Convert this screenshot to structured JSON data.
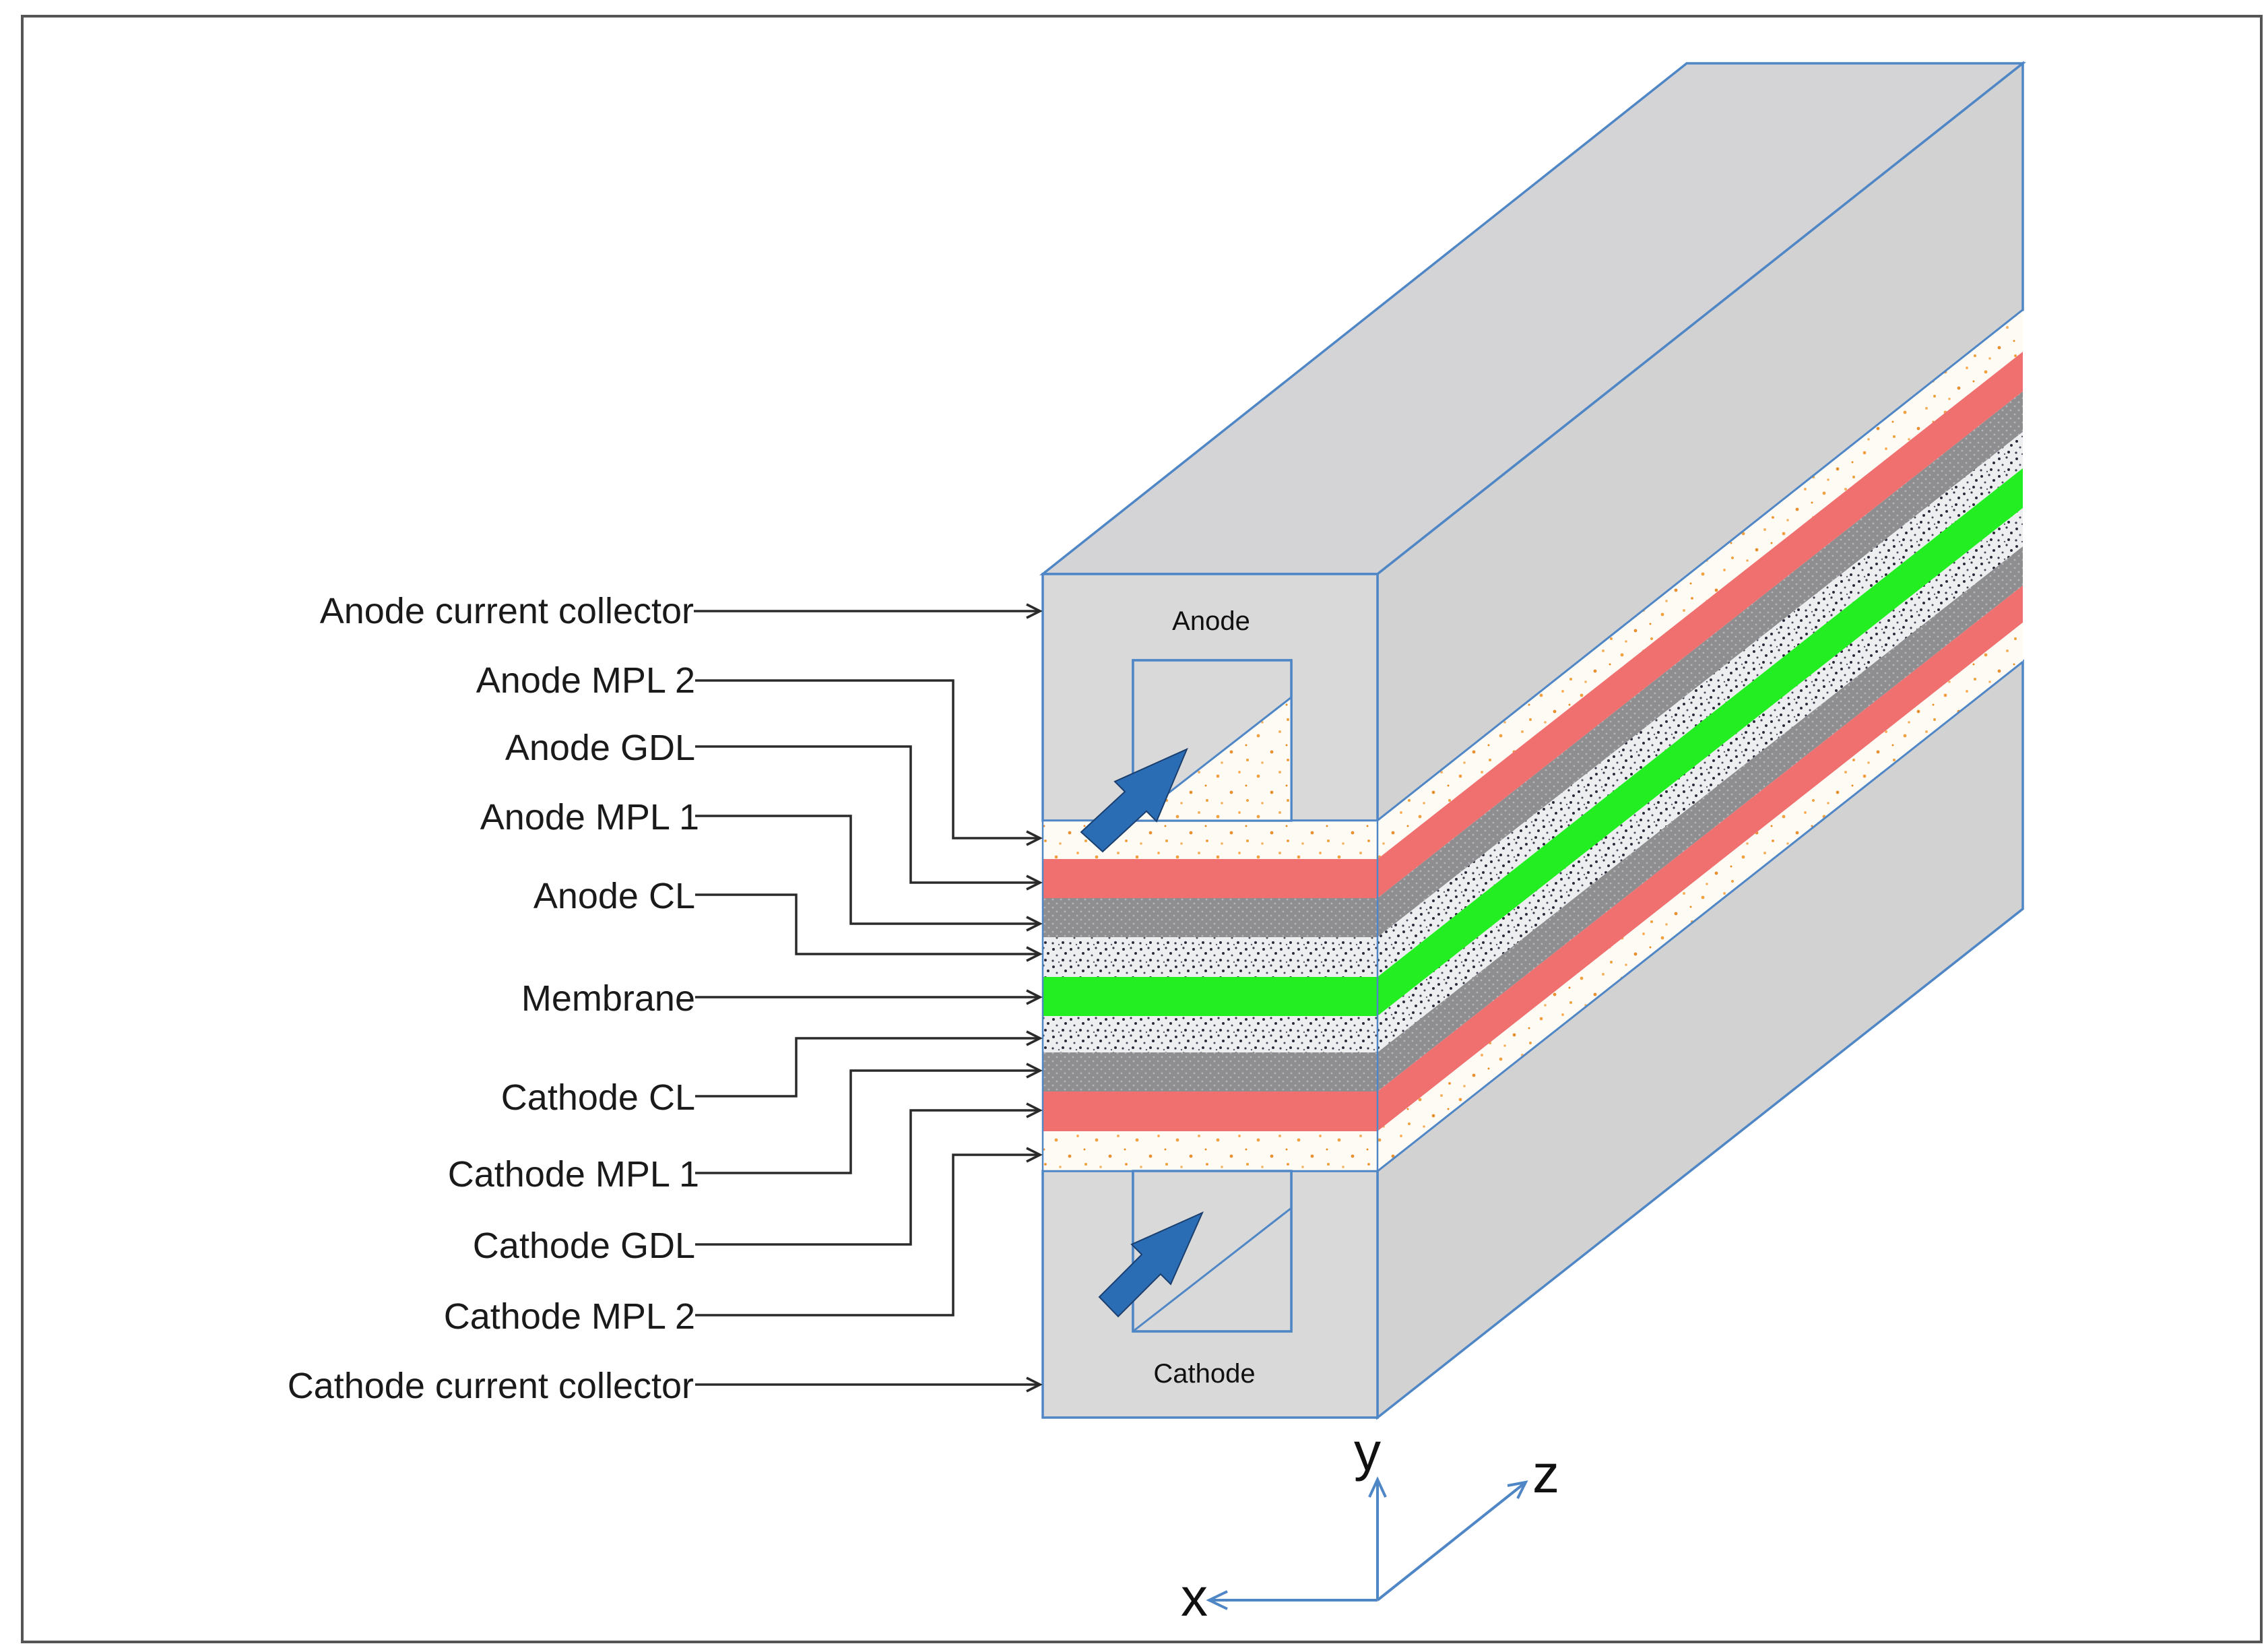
{
  "labels": {
    "anode_current_collector": "Anode current collector",
    "anode_mpl_2": "Anode MPL 2",
    "anode_gdl": "Anode GDL",
    "anode_mpl_1": "Anode MPL 1",
    "anode_cl": "Anode CL",
    "membrane": "Membrane",
    "cathode_cl": "Cathode CL",
    "cathode_mpl_1": "Cathode MPL 1",
    "cathode_gdl": "Cathode GDL",
    "cathode_mpl_2": "Cathode MPL 2",
    "cathode_current_collector": "Cathode current collector"
  },
  "channels": {
    "anode": "Anode",
    "cathode": "Cathode"
  },
  "axes": {
    "x": "x",
    "y": "y",
    "z": "z"
  },
  "colors": {
    "collector_front": "#d9d9d9",
    "collector_side": "#d2d2d3",
    "mpl_2": "#fdfbf4",
    "gdl": "#f07070",
    "mpl_1": "#8e8e91",
    "cl": "#eceef0",
    "membrane": "#22ee22",
    "flow_arrow": "#2a6db5",
    "edge": "#4f86c6",
    "orange_dots": "#f0a040"
  }
}
